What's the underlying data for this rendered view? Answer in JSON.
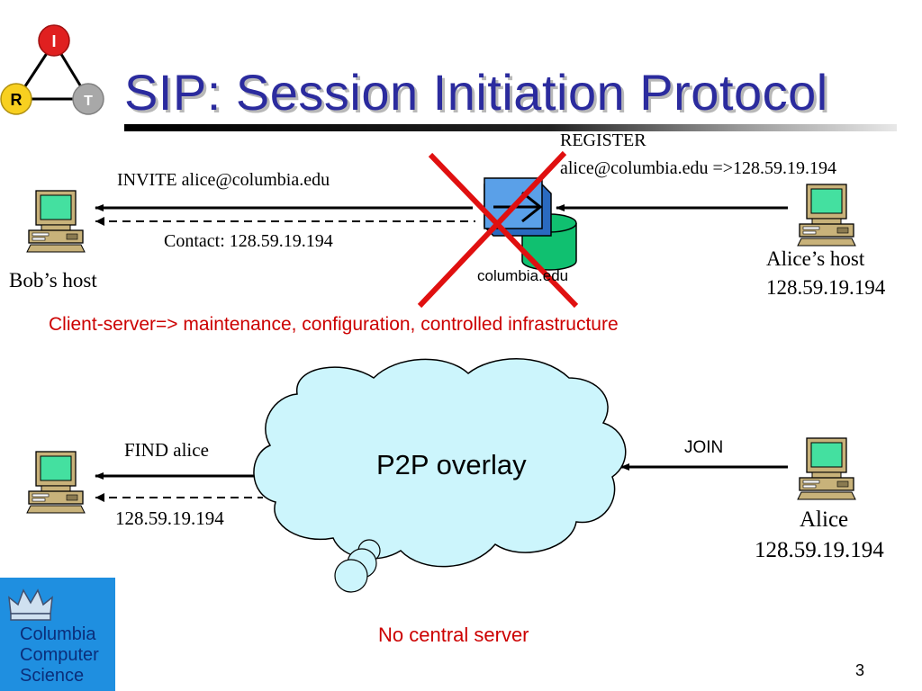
{
  "slide": {
    "title": "SIP: Session Initiation Protocol",
    "page_number": "3"
  },
  "logo_irt": {
    "top": "I",
    "left": "R",
    "right": "T"
  },
  "client_server": {
    "invite_label": "INVITE  alice@columbia.edu",
    "contact_label": "Contact: 128.59.19.194",
    "register_label": "REGISTER",
    "register_mapping": "alice@columbia.edu =>128.59.19.194",
    "server_label": "columbia.edu",
    "bob_label": "Bob’s host",
    "alice_label": "Alice’s host",
    "alice_ip": "128.59.19.194",
    "note": "Client-server=> maintenance, configuration, controlled infrastructure"
  },
  "p2p": {
    "cloud_label": "P2P overlay",
    "find_label": "FIND alice",
    "find_reply": "128.59.19.194",
    "join_label": "JOIN",
    "alice_label": "Alice",
    "alice_ip": "128.59.19.194",
    "note": "No central server"
  },
  "footer_logo": {
    "text": "Columbia\nComputer\nScience"
  },
  "colors": {
    "title": "#2b2b9e",
    "red": "#cc0000",
    "cloud_fill": "#ccf5fc",
    "logo_bg": "#1f8fe0",
    "monitor_screen": "#44e0a0",
    "server_blue": "#5aa0e8",
    "db_green": "#10c070"
  }
}
